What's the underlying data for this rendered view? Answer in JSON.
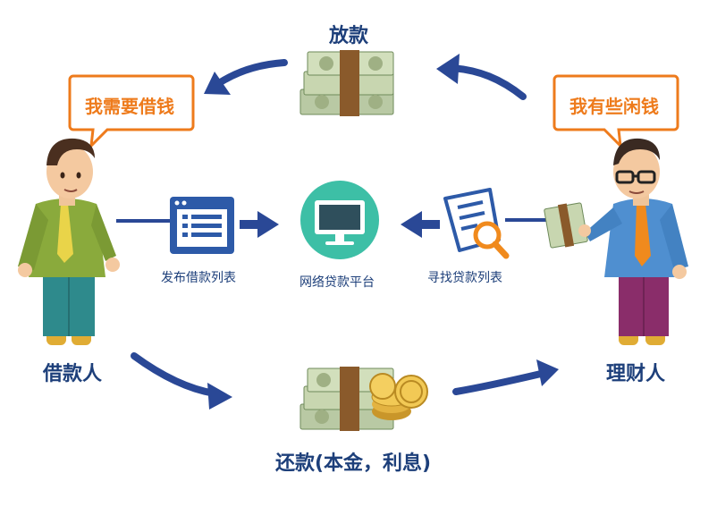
{
  "top_label": "放款",
  "borrower_bubble": "我需要借钱",
  "lender_bubble": "我有些闲钱",
  "left_icon_label": "发布借款列表",
  "center_icon_label": "网络贷款平台",
  "right_icon_label": "寻找贷款列表",
  "borrower_label": "借款人",
  "lender_label": "理财人",
  "bottom_label": "还款(本金，利息)",
  "colors": {
    "arrow": "#2a4896",
    "bubble_border": "#ee7b1c",
    "bubble_text": "#ee7b1c",
    "label_text": "#1d3f7a",
    "icon_blue": "#2d5aa8",
    "monitor_circle": "#3dbfa6",
    "search_orange": "#f08a1d"
  }
}
